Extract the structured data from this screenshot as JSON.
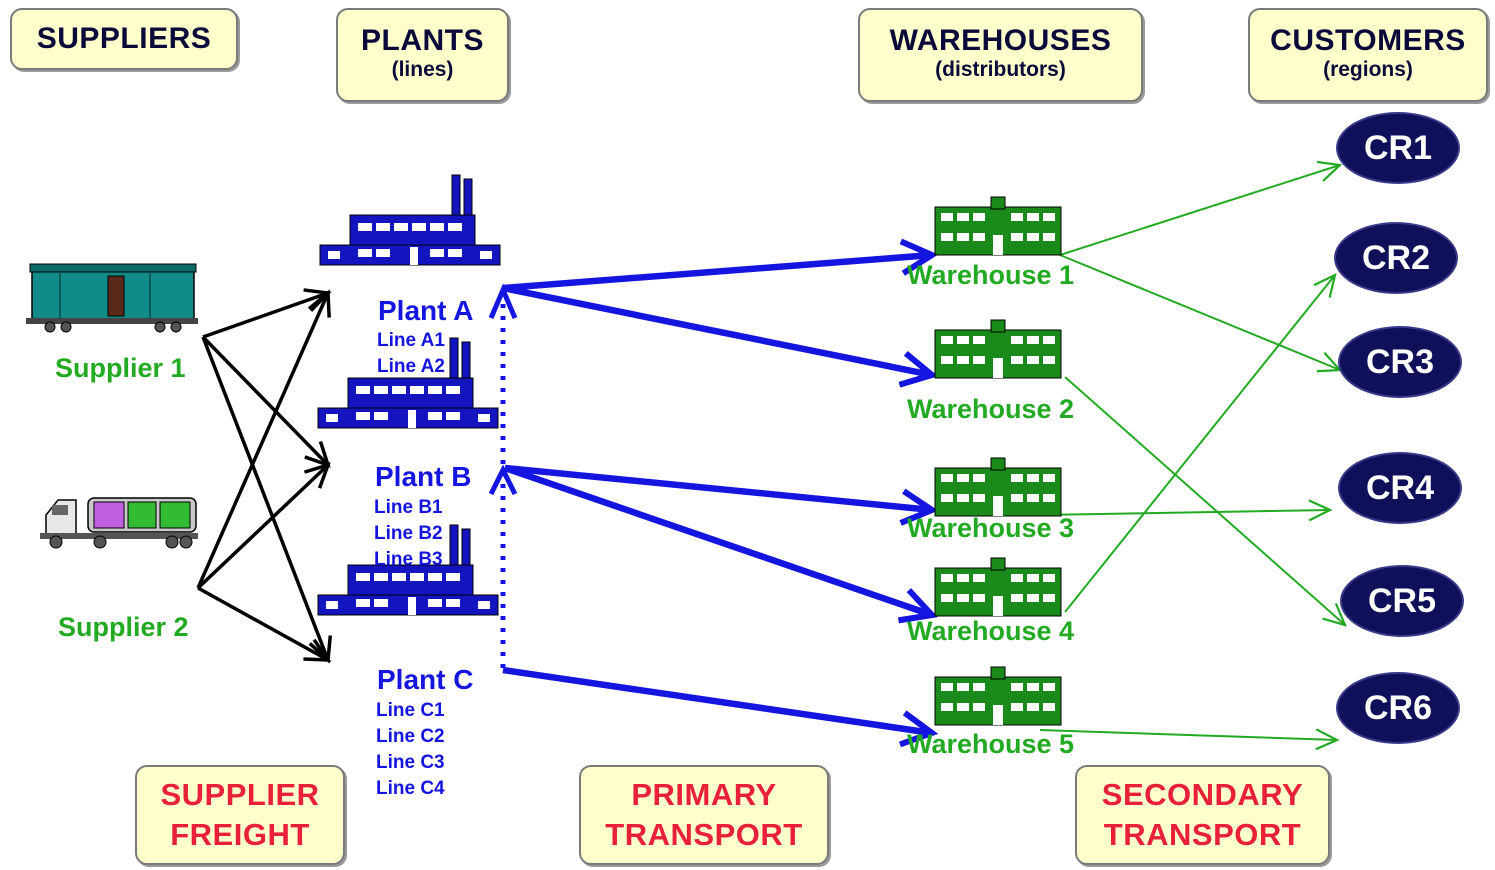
{
  "headers": {
    "suppliers": {
      "title": "SUPPLIERS"
    },
    "plants": {
      "title": "PLANTS",
      "sub": "(lines)"
    },
    "warehouses": {
      "title": "WAREHOUSES",
      "sub": "(distributors)"
    },
    "customers": {
      "title": "CUSTOMERS",
      "sub": "(regions)"
    }
  },
  "suppliers": [
    "Supplier 1",
    "Supplier 2"
  ],
  "plants": [
    {
      "name": "Plant A",
      "lines": [
        "Line A1",
        "Line A2"
      ]
    },
    {
      "name": "Plant B",
      "lines": [
        "Line B1",
        "Line B2",
        "Line B3"
      ]
    },
    {
      "name": "Plant C",
      "lines": [
        "Line C1",
        "Line C2",
        "Line C3",
        "Line C4"
      ]
    }
  ],
  "warehouses": [
    "Warehouse 1",
    "Warehouse 2",
    "Warehouse 3",
    "Warehouse 4",
    "Warehouse 5"
  ],
  "customers": [
    "CR1",
    "CR2",
    "CR3",
    "CR4",
    "CR5",
    "CR6"
  ],
  "transport": {
    "supplier_freight": [
      "SUPPLIER",
      "FREIGHT"
    ],
    "primary": [
      "PRIMARY",
      "TRANSPORT"
    ],
    "secondary": [
      "SECONDARY",
      "TRANSPORT"
    ]
  },
  "colors": {
    "supplier_flow": "#000000",
    "primary_flow": "#1515e0",
    "secondary_flow": "#22aa22",
    "header_fill": "#ffffcc",
    "transport_text": "#e8203a",
    "customer_fill": "#10105a"
  },
  "icons": {
    "supplier_1": "boxcar-icon",
    "supplier_2": "tanker-truck-icon",
    "plant": "factory-icon",
    "warehouse": "warehouse-icon"
  }
}
